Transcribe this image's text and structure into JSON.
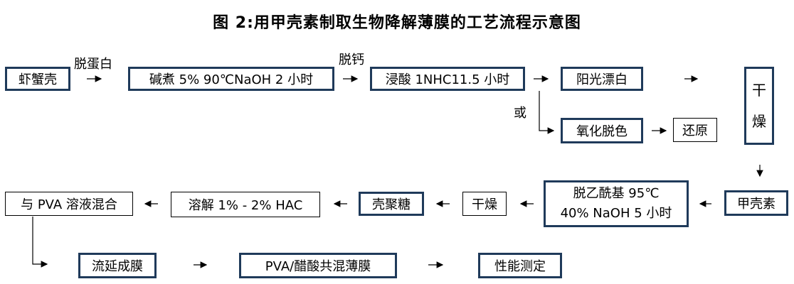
{
  "title": "图 2:用甲壳素制取生物降解薄膜的工艺流程示意图",
  "boxes": {
    "shrimp_shell": "虾蟹壳",
    "alkali_boil": "碱煮 5% 90℃NaOH 2 小时",
    "acid_soak": "浸酸 1NHC11.5 小时",
    "sun_bleach": "阳光漂白",
    "oxidize": "氧化脱色",
    "reduce": "还原",
    "dry1_a": "干",
    "dry1_b": "燥",
    "chitin": "甲壳素",
    "deacetyl_line1": "脱乙酰基 95℃",
    "deacetyl_line2": "40% NaOH 5 小时",
    "dry2": "干燥",
    "chitosan": "壳聚糖",
    "dissolve": "溶解 1% - 2% HAC",
    "mix_pva": "与 PVA 溶液混合",
    "cast_film": "流延成膜",
    "pva_film": "PVA/醋酸共混薄膜",
    "test": "性能测定"
  },
  "labels": {
    "deprotein": "脱蛋白",
    "decalcify": "脱钙",
    "or": "或"
  }
}
